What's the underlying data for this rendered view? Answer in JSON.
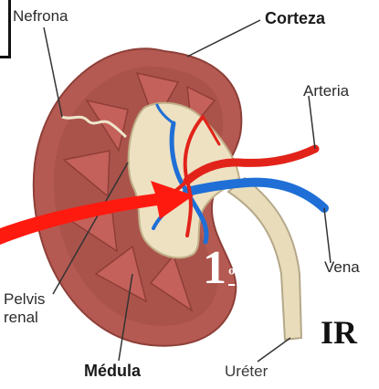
{
  "labels": {
    "nefrona": "Nefrona",
    "corteza": "Corteza",
    "arteria": "Arteria",
    "vena": "Vena",
    "pelvis_line1": "Pelvis",
    "pelvis_line2": "renal",
    "medula": "Médula",
    "ureter": "Uréter"
  },
  "annotation": {
    "step_number": "1",
    "step_suffix": "º",
    "tag": "IR"
  },
  "colors": {
    "cortex": "#b45a52",
    "medulla": "#c4615a",
    "pelvis": "#ede1c2",
    "artery": "#e2231a",
    "vein": "#1f6fd6",
    "ureter": "#e8dcbb",
    "arrow": "#ff1a10"
  }
}
